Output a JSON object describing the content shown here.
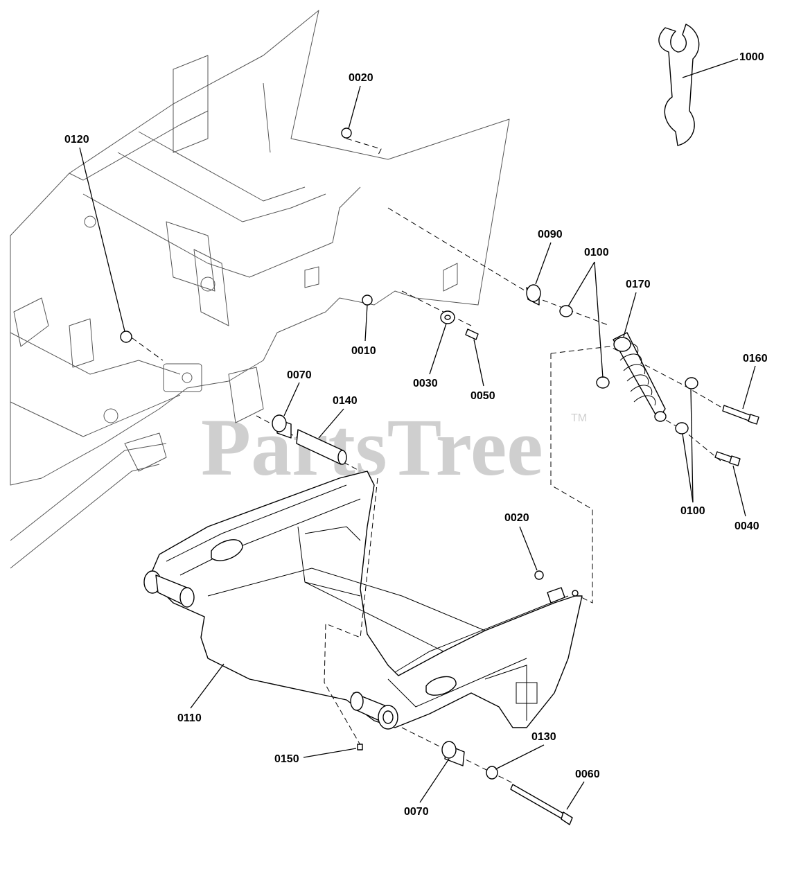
{
  "watermark": {
    "text": "PartsTree",
    "trademark": "TM"
  },
  "callouts": [
    {
      "id": "c-0020-top",
      "label": "0020"
    },
    {
      "id": "c-0120",
      "label": "0120"
    },
    {
      "id": "c-1000",
      "label": "1000"
    },
    {
      "id": "c-0090",
      "label": "0090"
    },
    {
      "id": "c-0100-top",
      "label": "0100"
    },
    {
      "id": "c-0170",
      "label": "0170"
    },
    {
      "id": "c-0010",
      "label": "0010"
    },
    {
      "id": "c-0030",
      "label": "0030"
    },
    {
      "id": "c-0050",
      "label": "0050"
    },
    {
      "id": "c-0160",
      "label": "0160"
    },
    {
      "id": "c-0070-top",
      "label": "0070"
    },
    {
      "id": "c-0140",
      "label": "0140"
    },
    {
      "id": "c-0100-bottom",
      "label": "0100"
    },
    {
      "id": "c-0040",
      "label": "0040"
    },
    {
      "id": "c-0020-mid",
      "label": "0020"
    },
    {
      "id": "c-0110",
      "label": "0110"
    },
    {
      "id": "c-0130",
      "label": "0130"
    },
    {
      "id": "c-0150",
      "label": "0150"
    },
    {
      "id": "c-0060",
      "label": "0060"
    },
    {
      "id": "c-0070-bottom",
      "label": "0070"
    }
  ]
}
